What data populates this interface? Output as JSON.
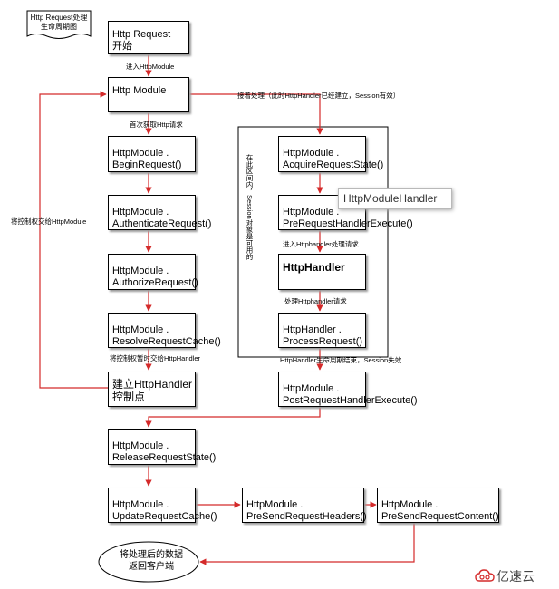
{
  "doc_note": [
    "Http Request处理",
    "生命周期图"
  ],
  "boxes": {
    "start": [
      "Http Request",
      "开始"
    ],
    "http_module": [
      "Http Module"
    ],
    "begin_request": [
      "HttpModule .",
      "BeginRequest()"
    ],
    "authenticate_request": [
      "HttpModule .",
      "AuthenticateRequest()"
    ],
    "authorize_request": [
      "HttpModule .",
      "AuthorizeRequest()"
    ],
    "resolve_request_cache": [
      "HttpModule .",
      "ResolveRequestCache()"
    ],
    "build_handler": [
      "建立HttpHandler",
      "控制点"
    ],
    "acquire_request_state": [
      "HttpModule .",
      "AcquireRequestState()"
    ],
    "pre_request_handler_execute": [
      "HttpModule .",
      "PreRequestHandlerExecute()"
    ],
    "http_handler": [
      "HttpHandler"
    ],
    "process_request": [
      "HttpHandler .",
      "ProcessRequest()"
    ],
    "post_request_handler_execute": [
      "HttpModule .",
      "PostRequestHandlerExecute()"
    ],
    "release_request_state": [
      "HttpModule .",
      "ReleaseRequestState()"
    ],
    "update_request_cache": [
      "HttpModule .",
      "UpdateRequestCache()"
    ],
    "pre_send_request_headers": [
      "HttpModule .",
      "PreSendRequestHeaders()"
    ],
    "pre_send_request_content": [
      "HttpModule .",
      "PreSendRequestContent()"
    ]
  },
  "end_node": [
    "将处理后的数据",
    "返回客户端"
  ],
  "labels": {
    "enter_module": "进入HttpModule",
    "first_get_http": "首次获取Http请求",
    "continue_processing": "接着处理（此时HttpHandler已经建立，Session有效）",
    "transfer_control_left": "将控制权交给HttpModule",
    "transfer_control_temp": "将控制权暂时交给HttpHandler",
    "enter_handler": "进入Httphandler处理请求",
    "handler_processing": "处理Httphandler请求",
    "handler_end": "HttpHandler生命周期结束，Session失效",
    "session_region": "在此区间内，Session对象是可用的"
  },
  "tooltip": "HttpModuleHandler",
  "logo_text": "亿速云",
  "colors": {
    "arrow": "#d42a2a",
    "box_border": "#000000",
    "container_border": "#000000"
  }
}
